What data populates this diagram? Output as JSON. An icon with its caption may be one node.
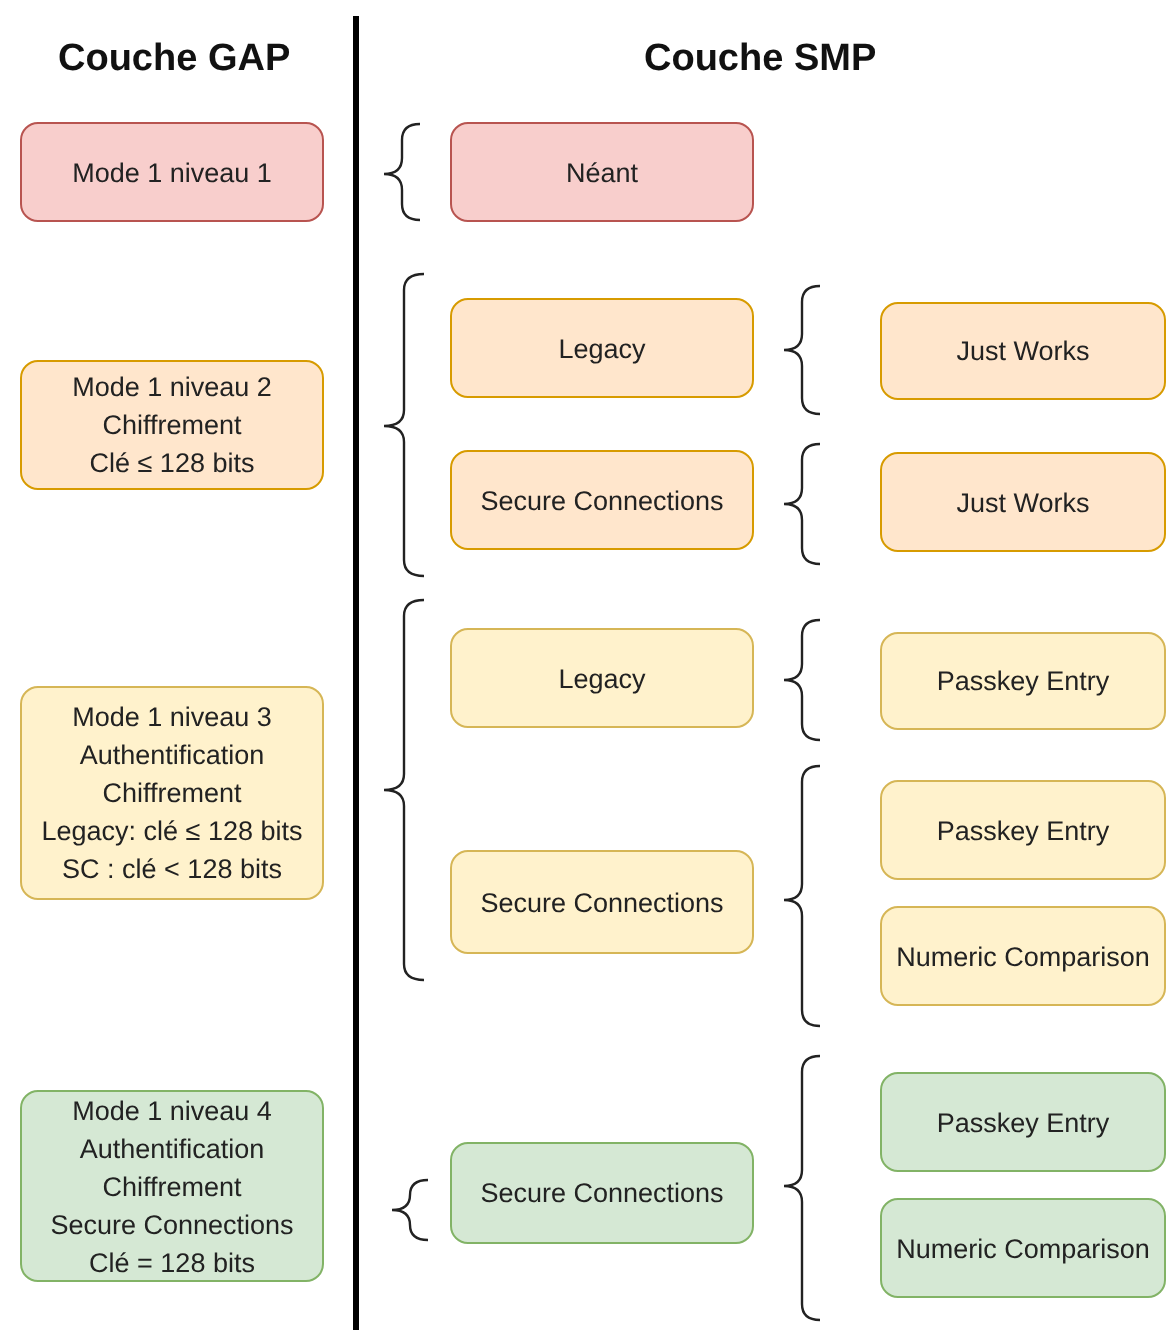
{
  "diagram": {
    "nodes": [
      {
        "text": [
          "Mode 1 niveau 1"
        ]
      },
      {
        "text": [
          "Néant"
        ]
      },
      {
        "text": [
          "Legacy"
        ]
      },
      {
        "text": [
          "Just Works"
        ]
      },
      {
        "text": [
          "Mode 1 niveau 2",
          "Chiffrement",
          "Clé ≤ 128 bits"
        ]
      },
      {
        "text": [
          "Secure Connections"
        ]
      },
      {
        "text": [
          "Just Works"
        ]
      },
      {
        "text": [
          "Legacy"
        ]
      },
      {
        "text": [
          "Passkey Entry"
        ]
      },
      {
        "text": [
          "Mode 1 niveau 3",
          "Authentification",
          "Chiffrement",
          "Legacy: clé ≤ 128 bits",
          "SC : clé < 128 bits"
        ]
      },
      {
        "text": [
          "Passkey Entry"
        ]
      },
      {
        "text": [
          "Secure Connections"
        ]
      },
      {
        "text": [
          "Numeric Comparison"
        ]
      },
      {
        "text": [
          "Mode 1 niveau 4",
          "Authentification",
          "Chiffrement",
          "Secure Connections",
          "Clé = 128 bits"
        ]
      },
      {
        "text": [
          "Passkey Entry"
        ]
      },
      {
        "text": [
          "Secure Connections"
        ]
      },
      {
        "text": [
          "Numeric Comparison"
        ]
      }
    ],
    "labels": [
      "Couche GAP",
      "Couche SMP"
    ]
  }
}
